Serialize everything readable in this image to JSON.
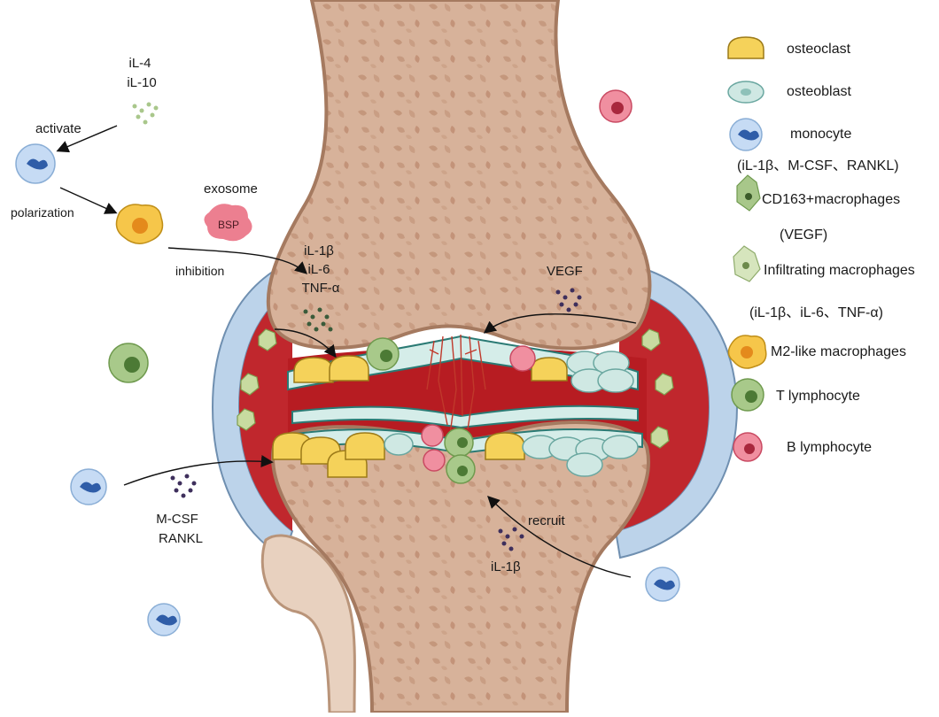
{
  "labels": {
    "il4": "iL-4",
    "il10": "iL-10",
    "activate": "activate",
    "polarization": "polarization",
    "exosome": "exosome",
    "bsp": "BSP",
    "inhibition": "inhibition",
    "il1b_top": "iL-1β",
    "il6_top": "iL-6",
    "tnfa_top": "TNF-α",
    "vegf": "VEGF",
    "mcsf": "M-CSF",
    "rankl": "RANKL",
    "recruit": "recruit",
    "il1b_bottom": "iL-1β"
  },
  "legend": [
    {
      "icon": "osteoclast-icon",
      "label": "osteoclast"
    },
    {
      "icon": "osteoblast-icon",
      "label": "osteoblast"
    },
    {
      "icon": "monocyte-icon",
      "label": "monocyte",
      "sub": "(iL-1β、M-CSF、RANKL)"
    },
    {
      "icon": "cd163-macrophage-icon",
      "label": "CD163+macrophages",
      "sub": "(VEGF)"
    },
    {
      "icon": "infiltrating-macrophage-icon",
      "label": "Infiltrating macrophages",
      "sub": "(iL-1β、iL-6、TNF-α)"
    },
    {
      "icon": "m2-macrophage-icon",
      "label": "M2-like macrophages"
    },
    {
      "icon": "t-lymphocyte-icon",
      "label": "T lymphocyte"
    },
    {
      "icon": "b-lymphocyte-icon",
      "label": "B lymphocyte"
    }
  ],
  "colors": {
    "bone": "#d9b59d",
    "bone_dark": "#c89c82",
    "capsule": "#bcd3ea",
    "synovium": "#c92027",
    "cartilage": "#d5ede9",
    "osteoclast": "#f5d25a",
    "osteoblast": "#cfe8e3",
    "monocyte": "#c6dbf4",
    "t_cell": "#a8c98a",
    "b_cell": "#f08fa0",
    "m2": "#f6c64a"
  }
}
